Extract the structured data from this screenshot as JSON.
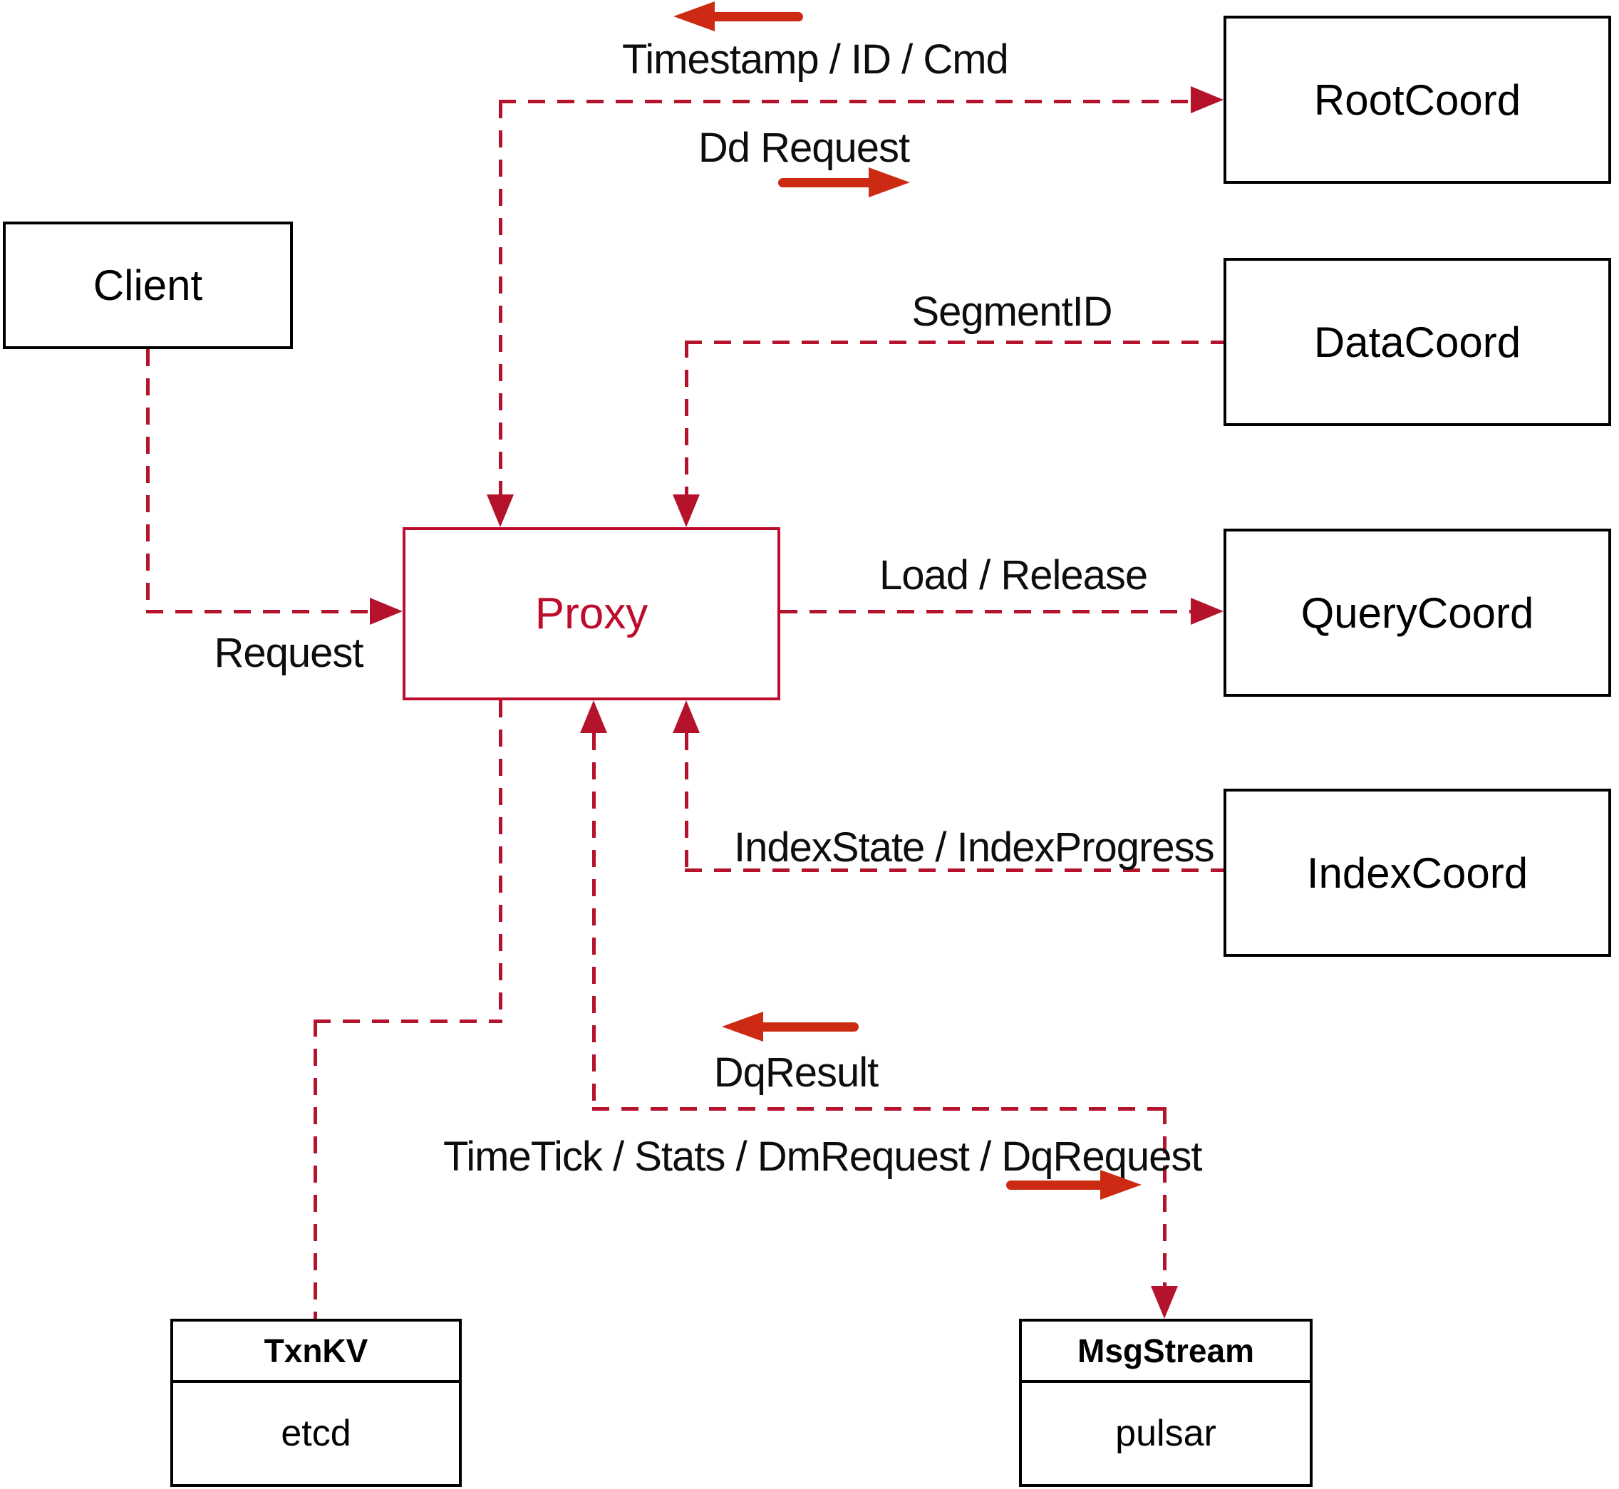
{
  "colors": {
    "line_red": "#b5122c",
    "solid_arrow_red": "#cd2a13",
    "proxy_red": "#bd0d2c",
    "box_border": "#000000"
  },
  "nodes": {
    "client": {
      "label": "Client"
    },
    "proxy": {
      "label": "Proxy"
    },
    "root_coord": {
      "label": "RootCoord"
    },
    "data_coord": {
      "label": "DataCoord"
    },
    "query_coord": {
      "label": "QueryCoord"
    },
    "index_coord": {
      "label": "IndexCoord"
    },
    "txn_kv": {
      "title": "TxnKV",
      "implementation": "etcd"
    },
    "msg_stream": {
      "title": "MsgStream",
      "implementation": "pulsar"
    }
  },
  "edge_labels": {
    "request": "Request",
    "timestamp_id_cmd": "Timestamp / ID / Cmd",
    "dd_request": "Dd Request",
    "segment_id": "SegmentID",
    "load_release": "Load / Release",
    "index_state": "IndexState / IndexProgress",
    "dq_result": "DqResult",
    "time_tick": "TimeTick / Stats / DmRequest / DqRequest"
  }
}
